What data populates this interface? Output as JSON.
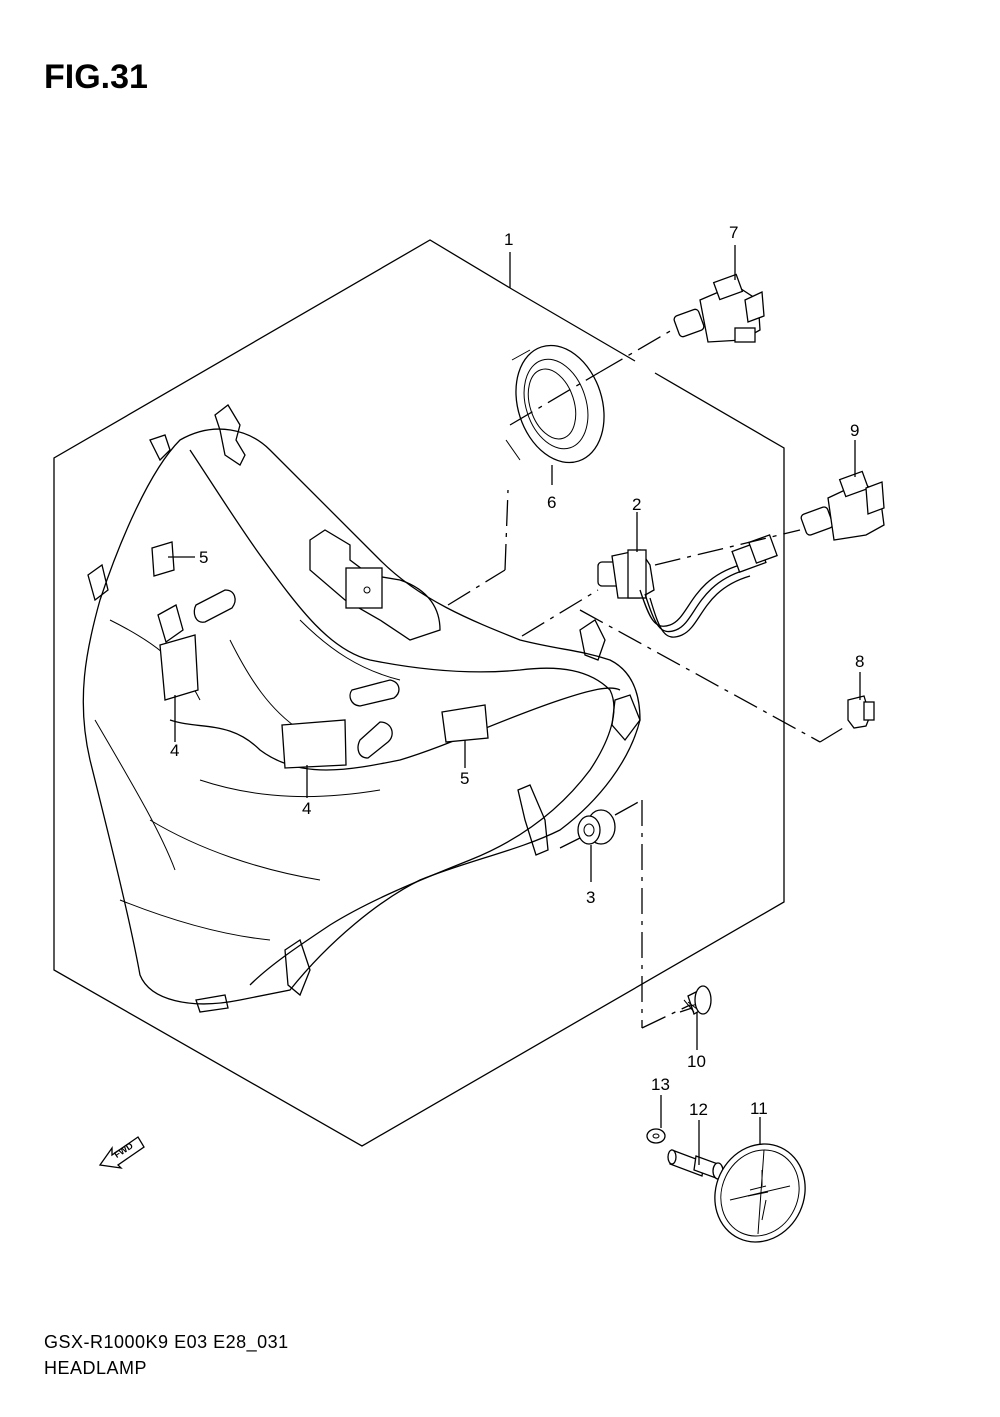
{
  "figure": {
    "title": "FIG.31",
    "model_code": "GSX-R1000K9 E03 E28_031",
    "section_name": "HEADLAMP"
  },
  "part_labels": [
    "1",
    "2",
    "3",
    "4",
    "4",
    "5",
    "5",
    "6",
    "7",
    "8",
    "9",
    "10",
    "11",
    "12",
    "13"
  ],
  "fwd_arrow_label": "FWD"
}
